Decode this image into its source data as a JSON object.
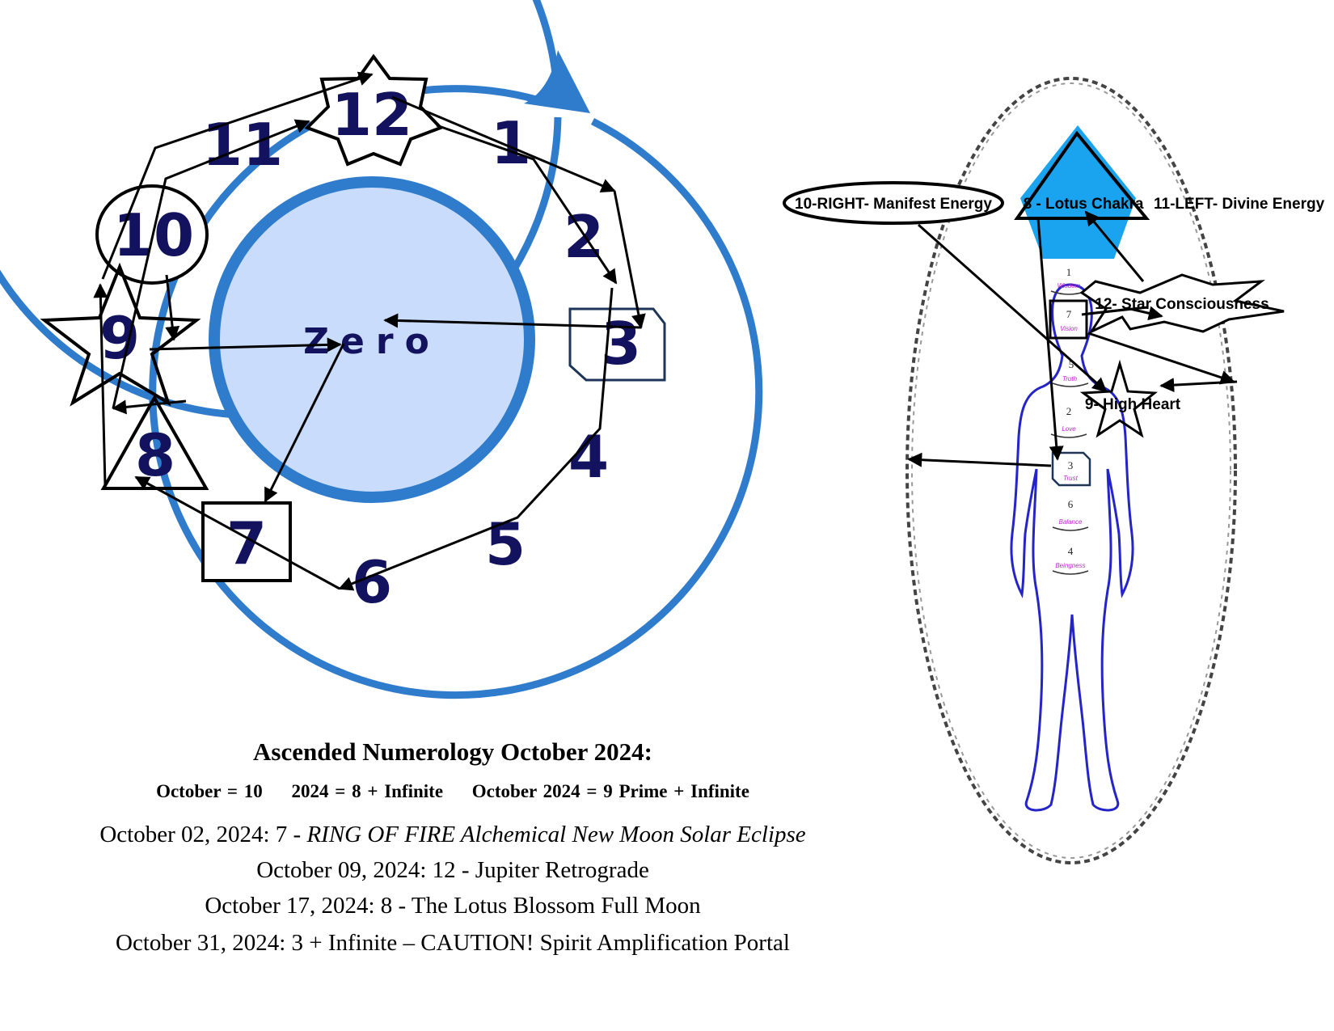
{
  "circle_diagram": {
    "center_label": "Zero",
    "numbers": [
      "1",
      "2",
      "3",
      "4",
      "5",
      "6",
      "7",
      "8",
      "9",
      "10",
      "11",
      "12"
    ],
    "colors": {
      "ring": "#2f7bcc",
      "inner_fill": "#c9dcfb",
      "numbers": "#13125e"
    }
  },
  "body_diagram": {
    "labels": {
      "manifest": "10-RIGHT- Manifest Energy",
      "lotus": "8 - Lotus Chakra",
      "divine": "11-LEFT- Divine Energy",
      "star": "12- Star Consciousness",
      "heart": "9- High Heart"
    },
    "chakras": [
      {
        "num": "1",
        "word": "Wisdom"
      },
      {
        "num": "7",
        "word": "Vision"
      },
      {
        "num": "5",
        "word": "Truth"
      },
      {
        "num": "2",
        "word": "Love"
      },
      {
        "num": "3",
        "word": "Trust"
      },
      {
        "num": "6",
        "word": "Balance"
      },
      {
        "num": "4",
        "word": "Beingness"
      }
    ],
    "colors": {
      "diamond": "#1aa3ef",
      "body_outline": "#2424c8",
      "chakra_word": "#c026d3"
    }
  },
  "caption": {
    "title": "Ascended Numerology October 2024:",
    "sub": [
      "October = 10",
      "2024 = 8 + Infinite",
      "October 2024 = 9 Prime + Infinite"
    ],
    "line1_prefix": "October 02, 2024: 7 - ",
    "line1_italic": "RING OF FIRE Alchemical New Moon Solar Eclipse",
    "line2": "October 09, 2024: 12 - Jupiter Retrograde",
    "line3": "October 17, 2024: 8 - The Lotus Blossom Full Moon",
    "line4": "October 31, 2024: 3 + Infinite – CAUTION! Spirit Amplification Portal"
  }
}
